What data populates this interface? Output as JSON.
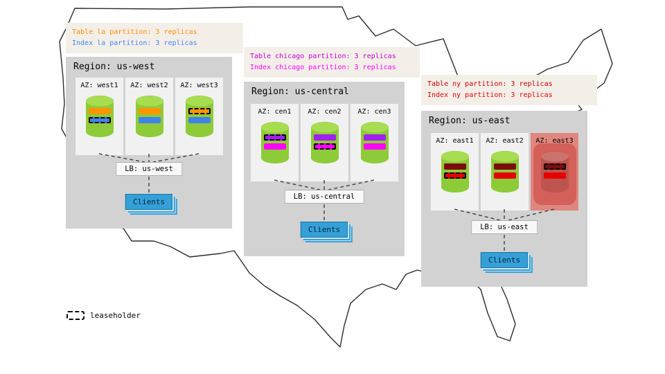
{
  "legend": {
    "label": "leaseholder"
  },
  "colors": {
    "map_outline": "#2b2b2b",
    "region_bg": "#d2d2d2",
    "az_bg": "#f1f1f1",
    "callout_bg": "#f3efe8",
    "cylinder_body": "#8ecb38",
    "cylinder_top": "#a8dd52",
    "cylinder_failed_body": "#bd544f",
    "cylinder_failed_top": "#cb726c",
    "az_failed_bg": "#e08680",
    "az_failed_glow": "#d4605a",
    "lb_bg": "#f8f8f8",
    "lb_border": "#b0b0b0",
    "clients_bg": "#35a0d8",
    "clients_border": "#1f6f9c",
    "connector": "#3d3d3d"
  },
  "regions": [
    {
      "title": "Region: us-west",
      "callout_lines": [
        {
          "text": "Table la partition: 3 replicas",
          "color": "#ff8c00"
        },
        {
          "text": "Index la partition: 3 replicas",
          "color": "#4285f4"
        }
      ],
      "azs": [
        {
          "label": "AZ: west1",
          "failed": false,
          "bars": [
            {
              "color": "#ff9500",
              "leaseholder": false
            },
            {
              "color": "#3f83e8",
              "leaseholder": true
            }
          ]
        },
        {
          "label": "AZ: west2",
          "failed": false,
          "bars": [
            {
              "color": "#ff9500",
              "leaseholder": false
            },
            {
              "color": "#3f83e8",
              "leaseholder": false
            }
          ]
        },
        {
          "label": "AZ: west3",
          "failed": false,
          "bars": [
            {
              "color": "#ff9500",
              "leaseholder": true
            },
            {
              "color": "#3f83e8",
              "leaseholder": false
            }
          ]
        }
      ],
      "lb_label": "LB: us-west",
      "clients_label": "Clients"
    },
    {
      "title": "Region: us-central",
      "callout_lines": [
        {
          "text": "Table chicago partition: 3 replicas",
          "color": "#c400d6"
        },
        {
          "text": "Index chicago partition: 3 replicas",
          "color": "#ff00ff"
        }
      ],
      "azs": [
        {
          "label": "AZ: cen1",
          "failed": false,
          "bars": [
            {
              "color": "#a020f0",
              "leaseholder": true
            },
            {
              "color": "#ff00ff",
              "leaseholder": false
            }
          ]
        },
        {
          "label": "AZ: cen2",
          "failed": false,
          "bars": [
            {
              "color": "#a020f0",
              "leaseholder": false
            },
            {
              "color": "#ff00ff",
              "leaseholder": true
            }
          ]
        },
        {
          "label": "AZ: cen3",
          "failed": false,
          "bars": [
            {
              "color": "#a020f0",
              "leaseholder": false
            },
            {
              "color": "#ff00ff",
              "leaseholder": false
            }
          ]
        }
      ],
      "lb_label": "LB: us-central",
      "clients_label": "Clients"
    },
    {
      "title": "Region: us-east",
      "callout_lines": [
        {
          "text": "Table ny partition: 3 replicas",
          "color": "#cc0000"
        },
        {
          "text": "Index ny partition: 3 replicas",
          "color": "#e60000"
        }
      ],
      "azs": [
        {
          "label": "AZ: east1",
          "failed": false,
          "bars": [
            {
              "color": "#7b0d0d",
              "leaseholder": false
            },
            {
              "color": "#e60000",
              "leaseholder": true
            }
          ]
        },
        {
          "label": "AZ: east2",
          "failed": false,
          "bars": [
            {
              "color": "#7b0d0d",
              "leaseholder": false
            },
            {
              "color": "#e60000",
              "leaseholder": false
            }
          ]
        },
        {
          "label": "AZ: east3",
          "failed": true,
          "bars": [
            {
              "color": "#7b0d0d",
              "leaseholder": true
            },
            {
              "color": "#e60000",
              "leaseholder": false
            }
          ]
        }
      ],
      "lb_label": "LB: us-east",
      "clients_label": "Clients"
    }
  ]
}
